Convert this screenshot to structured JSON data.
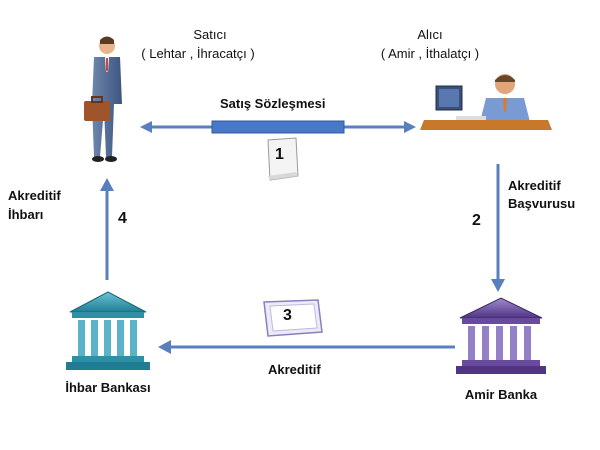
{
  "seller": {
    "title": "Satıcı",
    "subtitle": "( Lehtar , İhracatçı )"
  },
  "buyer": {
    "title": "Alıcı",
    "subtitle": "( Amir , İthalatçı )"
  },
  "contract": {
    "label": "Satış Sözleşmesi",
    "step": "1"
  },
  "application": {
    "line1": "Akreditif",
    "line2": "Başvurusu",
    "step": "2"
  },
  "credit": {
    "label": "Akreditif",
    "step": "3"
  },
  "notice": {
    "line1": "Akreditif",
    "line2": "İhbarı",
    "step": "4"
  },
  "notifying_bank": {
    "label": "İhbar Bankası"
  },
  "issuing_bank": {
    "label": "Amir Banka"
  },
  "colors": {
    "arrow": "#5a7fbf",
    "bank_left": "#2e8fa6",
    "bank_right": "#6a4a9e"
  }
}
